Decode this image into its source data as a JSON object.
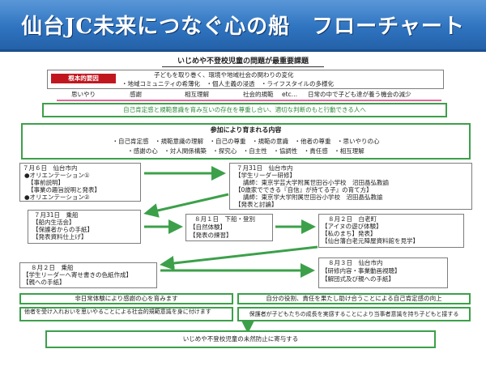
{
  "title": "仙台JC未来につなぐ心の船　フローチャート",
  "problem": {
    "heading": "いじめや不登校児童の問題が最重要課題",
    "label": "根本的要因",
    "line1": "子どもを取り巻く、環境や地域社会の関わりの変化",
    "line2": "・地域コミュニティの希薄化　・個人主義の浸透　・ライフスタイルの多様化",
    "items": [
      "思いやり",
      "感謝",
      "相互理解",
      "社会的規範",
      "etc…",
      "日常の中で子ども達が養う機会の減少"
    ]
  },
  "goal": "自己肯定感と規範意識を育み互いの存在を尊重し合い、適切な判断のもと行動できる人へ",
  "contents": {
    "heading": "参加により育まれる内容",
    "line1": "・自己肯定感　・規範意識の理解　・自己の尊重　・規範の意識　・他者の尊重　・思いやりの心",
    "line2": "・感謝の心　・対人関係構築　・探究心　・自主性　・協調性　・責任感　・相互理解"
  },
  "steps": {
    "s1": {
      "date": "７月６日　仙台市内",
      "lines": [
        "●オリエンテーション①",
        "【事前説明】",
        "【事業の趣旨説明と発表】",
        "●オリエンテーション②"
      ]
    },
    "s2": {
      "date": "７月31日　仙台市内",
      "lines": [
        "【学生リーダー研修】",
        "講師：東京学芸大学附属世田谷小学校　沼田晶弘教諭",
        "【0歳家でできる『自信』が持てる子』の育て方】",
        "講師：東京学大学附属世田谷小学校　沼田晶弘教諭",
        "【発表と討論】"
      ]
    },
    "s3": {
      "date": "７月31日　乗船",
      "lines": [
        "【船内生活会】",
        "【保護者からの手紙】",
        "【発表資料仕上げ】"
      ]
    },
    "s4": {
      "date": "８月１日　下船・登別",
      "lines": [
        "【自然体験】",
        "【発表の練習】"
      ]
    },
    "s5": {
      "date": "８月２日　白老町",
      "lines": [
        "【アイヌの遊び体験】",
        "【私のまち】発表】",
        "【仙台藩白老元陣屋資料館を見学】"
      ]
    },
    "s6": {
      "date": "８月２日　乗船",
      "lines": [
        "【学生リーダーへ寄せ書きの色紙作成】",
        "【親への手紙】"
      ]
    },
    "s7": {
      "date": "８月３日　仙台市内",
      "lines": [
        "【研修内容・事業動画視聴】",
        "【解団式及び親への手紙】"
      ]
    }
  },
  "outcomes": {
    "left1": "非日常体験により感謝の心を育みます",
    "left2": "他者を受け入れおいを思いやることによる社会的規範意識を身に付けます",
    "right1": "自分の役割、責任を果たし助け合うことによる自己肯定感の向上",
    "right2": "保護者が子どもたちの成長を実感することにより当事者意識を持ち子どもと接する"
  },
  "final": "いじめや不登校児童の未然防止に寄与する"
}
